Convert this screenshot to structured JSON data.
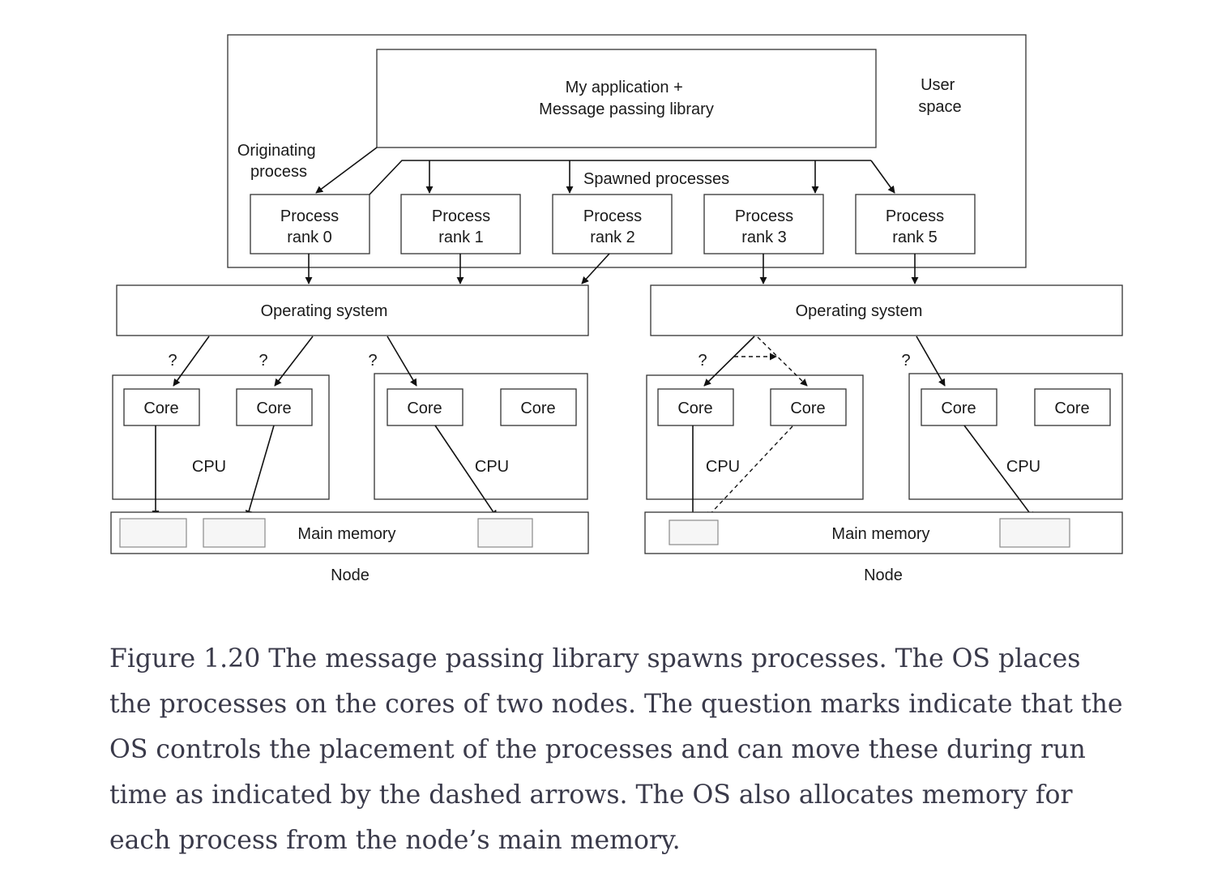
{
  "labels": {
    "app_line1": "My application +",
    "app_line2": "Message passing library",
    "user_space_line1": "User",
    "user_space_line2": "space",
    "originating_line1": "Originating",
    "originating_line2": "process",
    "spawned": "Spawned processes",
    "os": "Operating system",
    "core": "Core",
    "cpu": "CPU",
    "main_memory": "Main memory",
    "node": "Node",
    "question": "?"
  },
  "processes": [
    {
      "line1": "Process",
      "line2": "rank 0"
    },
    {
      "line1": "Process",
      "line2": "rank 1"
    },
    {
      "line1": "Process",
      "line2": "rank 2"
    },
    {
      "line1": "Process",
      "line2": "rank 3"
    },
    {
      "line1": "Process",
      "line2": "rank 5"
    }
  ],
  "caption": "Figure 1.20 The message passing library spawns processes. The OS places the processes on the cores of two nodes. The question marks indicate that the OS controls the placement of the processes and can move these during run time as indicated by the dashed arrows. The OS also allocates memory for each process from the node’s main memory.",
  "colors": {
    "stroke": "#333333",
    "text": "#1a1a1a",
    "caption": "#3a3a4a",
    "memory_slot": "#f6f6f6"
  }
}
